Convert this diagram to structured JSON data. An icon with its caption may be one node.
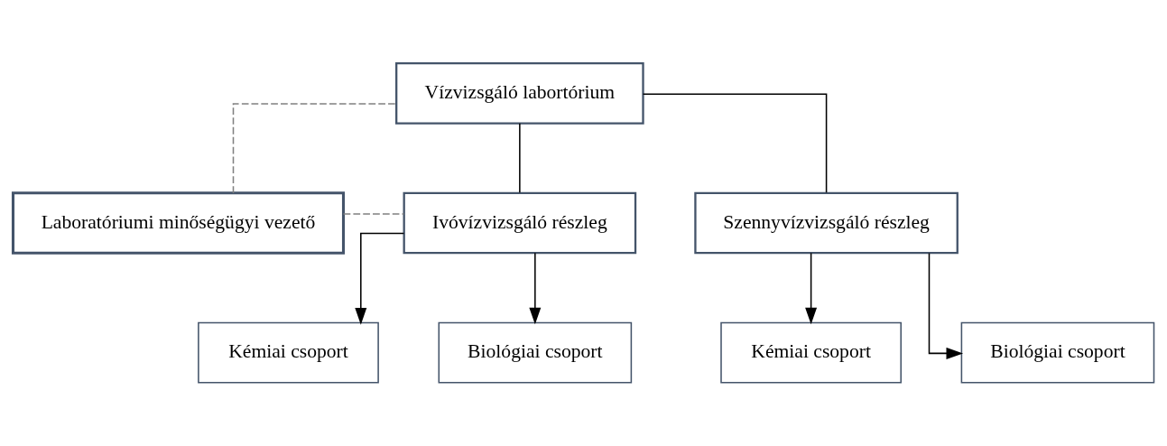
{
  "diagram": {
    "nodes": [
      {
        "text": [
          "Vízvizsgáló labortórium"
        ]
      },
      {
        "text": [
          "Laboratóriumi minőségügyi vezető"
        ]
      },
      {
        "text": [
          "Ivóvízvizsgáló részleg"
        ]
      },
      {
        "text": [
          "Szennyvízvizsgáló részleg"
        ]
      },
      {
        "text": [
          "Kémiai csoport"
        ]
      },
      {
        "text": [
          "Biológiai csoport"
        ]
      },
      {
        "text": [
          "Kémiai csoport"
        ]
      },
      {
        "text": [
          "Biológiai csoport"
        ]
      }
    ],
    "edges": [
      {
        "from": 0,
        "to": 2,
        "arrow": "none"
      },
      {
        "from": 0,
        "to": 3,
        "arrow": "none"
      },
      {
        "from": 1,
        "to": 0,
        "arrow": "none",
        "style": "dashed",
        "color": "#808080"
      },
      {
        "from": 1,
        "to": 2,
        "arrow": "none",
        "style": "dashed",
        "color": "#808080"
      },
      {
        "from": 2,
        "to": 4,
        "arrow": "to"
      },
      {
        "from": 2,
        "to": 5,
        "arrow": "to"
      },
      {
        "from": 3,
        "to": 6,
        "arrow": "to"
      },
      {
        "from": 3,
        "to": 7,
        "arrow": "to"
      }
    ]
  }
}
